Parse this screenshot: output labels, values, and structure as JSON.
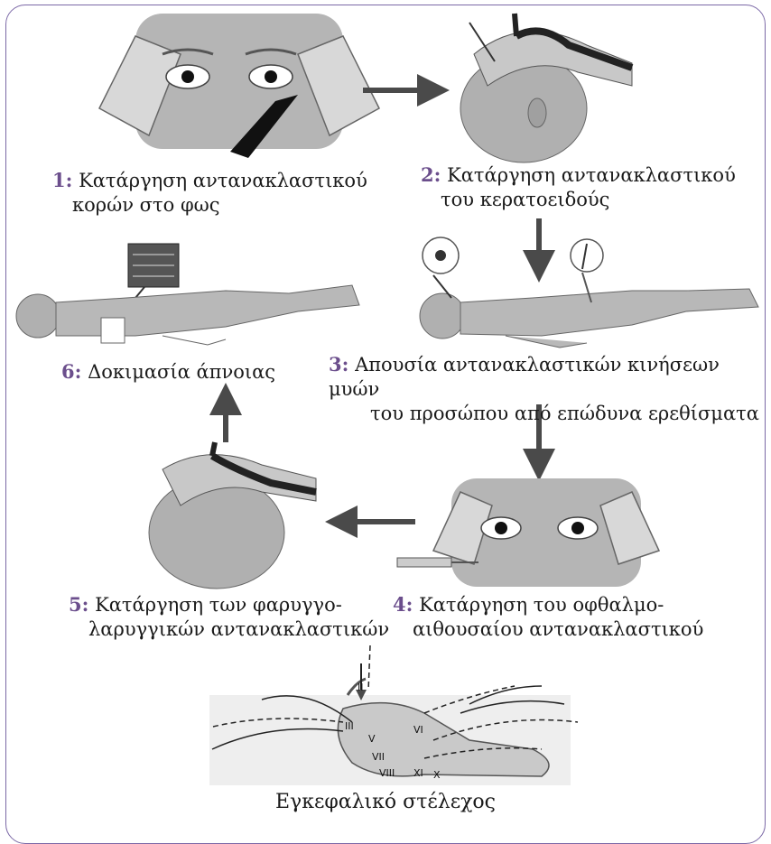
{
  "steps": [
    {
      "num": "1:",
      "line1": "Κατάργηση αντανακλαστικού",
      "line2": "κορών στο φως"
    },
    {
      "num": "2:",
      "line1": "Κατάργηση αντανακλαστικού",
      "line2": "του κερατοειδούς"
    },
    {
      "num": "3:",
      "line1": "Απουσία αντανακλαστικών κινήσεων μυών",
      "line2": "του προσώπου από επώδυνα ερεθίσματα"
    },
    {
      "num": "4:",
      "line1": "Κατάργηση του οφθαλμο-",
      "line2": "αιθουσαίου αντανακλαστικού"
    },
    {
      "num": "5:",
      "line1": "Κατάργηση των φαρυγγο-",
      "line2": "λαρυγγικών αντανακλαστικών"
    },
    {
      "num": "6:",
      "line1": "Δοκιμασία άπνοιας",
      "line2": ""
    }
  ],
  "brainstem": {
    "caption": "Εγκεφαλικό στέλεχος",
    "nerve_labels": [
      "II",
      "III",
      "V",
      "VI",
      "VII",
      "VIII",
      "XI",
      "X"
    ]
  },
  "colors": {
    "frame": "#7b68a6",
    "number": "#6b4e8c",
    "arrow": "#4a4a4a",
    "skin": "#a9a9a9"
  }
}
